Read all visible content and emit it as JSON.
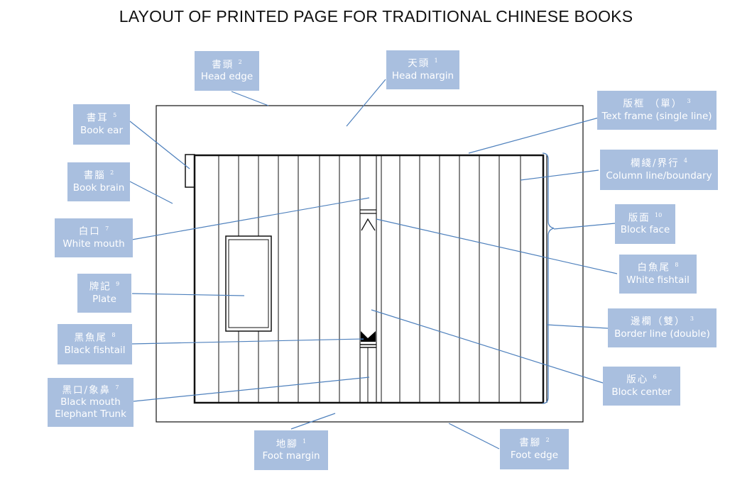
{
  "title": "LAYOUT OF PRINTED PAGE FOR TRADITIONAL CHINESE BOOKS",
  "colors": {
    "label_bg": "#a9bfdf",
    "leader_line": "#4f81bd",
    "frame": "#111111"
  },
  "labels": [
    {
      "id": "head-edge",
      "zh": "書頭",
      "num": "2",
      "en": [
        "Head edge"
      ]
    },
    {
      "id": "head-margin",
      "zh": "天頭",
      "num": "1",
      "en": [
        "Head margin"
      ]
    },
    {
      "id": "text-frame",
      "zh": "版框 （單）",
      "num": "3",
      "en": [
        "Text frame (single line)"
      ]
    },
    {
      "id": "book-ear",
      "zh": "書耳",
      "num": "5",
      "en": [
        "Book ear"
      ]
    },
    {
      "id": "column-line",
      "zh": "欄綫/界行",
      "num": "4",
      "en": [
        "Column line/boundary"
      ]
    },
    {
      "id": "book-brain",
      "zh": "書腦",
      "num": "2",
      "en": [
        "Book brain"
      ]
    },
    {
      "id": "block-face",
      "zh": "版面",
      "num": "10",
      "en": [
        "Block face"
      ]
    },
    {
      "id": "white-mouth",
      "zh": "白口",
      "num": "7",
      "en": [
        "White mouth"
      ]
    },
    {
      "id": "white-fishtail",
      "zh": "白魚尾",
      "num": "8",
      "en": [
        "White fishtail"
      ]
    },
    {
      "id": "plate",
      "zh": "牌記",
      "num": "9",
      "en": [
        "Plate"
      ]
    },
    {
      "id": "border-line",
      "zh": "邊欄（雙）",
      "num": "3",
      "en": [
        "Border line (double)"
      ]
    },
    {
      "id": "black-fishtail",
      "zh": "黑魚尾",
      "num": "8",
      "en": [
        "Black fishtail"
      ]
    },
    {
      "id": "block-center",
      "zh": "版心",
      "num": "6",
      "en": [
        "Block center"
      ]
    },
    {
      "id": "black-mouth",
      "zh": "黑口/象鼻",
      "num": "7",
      "en": [
        "Black mouth",
        "Elephant Trunk"
      ]
    },
    {
      "id": "foot-margin",
      "zh": "地腳",
      "num": "1",
      "en": [
        "Foot margin"
      ]
    },
    {
      "id": "foot-edge",
      "zh": "書腳",
      "num": "2",
      "en": [
        "Foot edge"
      ]
    }
  ]
}
